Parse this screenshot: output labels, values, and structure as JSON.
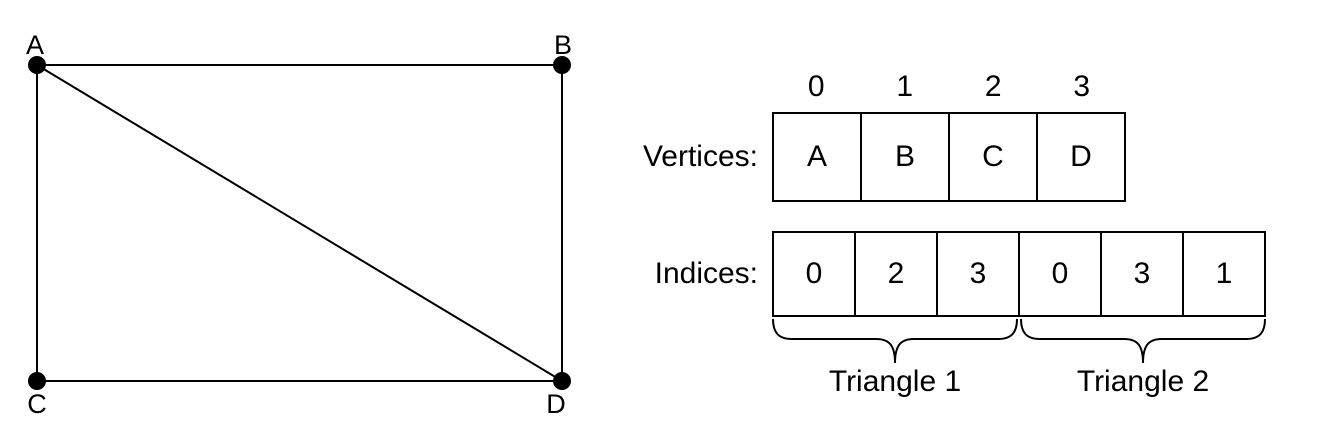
{
  "colors": {
    "line": "#000000",
    "background": "#ffffff"
  },
  "mesh": {
    "vertex_labels": [
      "A",
      "B",
      "C",
      "D"
    ],
    "edges": [
      "A-B",
      "A-C",
      "B-D",
      "C-D",
      "A-D"
    ]
  },
  "vertices_row": {
    "label": "Vertices:",
    "headers": [
      "0",
      "1",
      "2",
      "3"
    ],
    "cells": [
      "A",
      "B",
      "C",
      "D"
    ]
  },
  "indices_row": {
    "label": "Indices:",
    "cells": [
      "0",
      "2",
      "3",
      "0",
      "3",
      "1"
    ]
  },
  "groups": [
    {
      "label": "Triangle 1"
    },
    {
      "label": "Triangle 2"
    }
  ]
}
